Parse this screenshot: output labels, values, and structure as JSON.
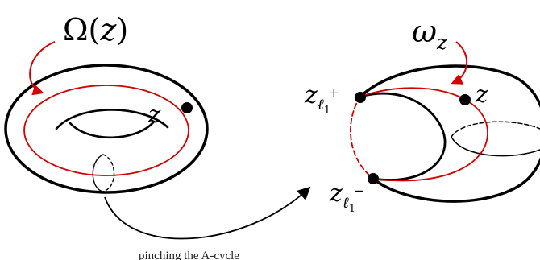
{
  "left_torus": {
    "label_main": "Ω",
    "label_paren_open": "(",
    "label_var": "z",
    "label_paren_close": ")",
    "point_label": "z"
  },
  "right_surface": {
    "omega_letter": "ω",
    "omega_subscript": "z",
    "point_label": "z",
    "node_plus_base": "z",
    "node_plus_sub": "ℓ",
    "node_plus_subsub": "1",
    "node_plus_sup": "+",
    "node_minus_base": "z",
    "node_minus_sub": "ℓ",
    "node_minus_subsub": "1",
    "node_minus_sup": "−"
  },
  "caption": "pinching the A-cycle",
  "colors": {
    "curve": "#000000",
    "differential": "#d40000"
  }
}
